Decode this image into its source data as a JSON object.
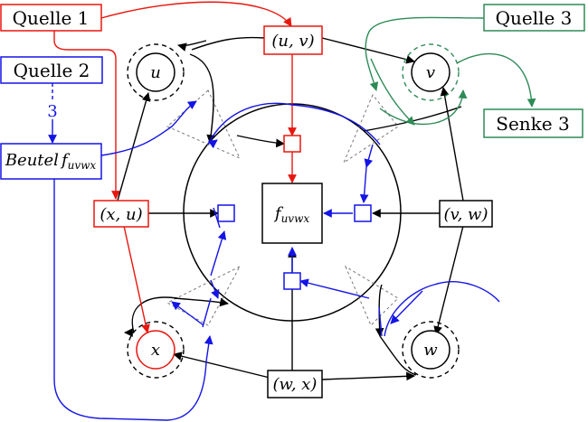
{
  "colors": {
    "black": "#000000",
    "red": "#e8160f",
    "blue": "#1414e6",
    "green": "#2e8b57",
    "gray": "#777777"
  },
  "sources": {
    "source1": "Quelle 1",
    "source2": "Quelle 2",
    "source3": "Quelle 3",
    "sink3": "Senke 3",
    "weight_label": "3"
  },
  "bag": {
    "prefix": "Beutel",
    "f": "f",
    "sub": "uvwx"
  },
  "center": {
    "f": "f",
    "sub": "uvwx"
  },
  "vertices": {
    "u": "u",
    "v": "v",
    "w": "w",
    "x": "x"
  },
  "edges": {
    "uv": "(u, v)",
    "xu": "(x, u)",
    "vw": "(v, w)",
    "wx": "(w, x)"
  }
}
